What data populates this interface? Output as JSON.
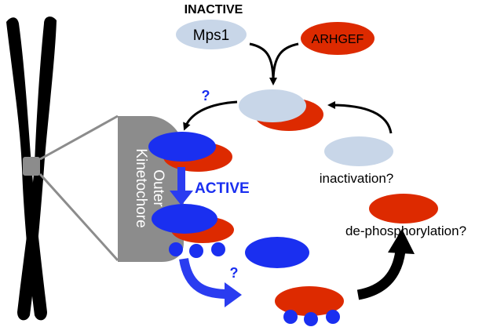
{
  "labels": {
    "inactive": "INACTIVE",
    "mps1": "Mps1",
    "arhgef": "ARHGEF",
    "question_top": "?",
    "outer_kinetochore_line1": "Outer",
    "outer_kinetochore_line2": "Kinetochore",
    "active": "ACTIVE",
    "inactivation": "inactivation?",
    "dephosphorylation": "de-phosphorylation?",
    "question_bottom": "?"
  },
  "colors": {
    "mps1_inactive": "#c8d6e8",
    "arhgef": "#dd2a00",
    "mps1_active": "#1a2ff0",
    "kinetochore": "#8c8c8c",
    "chromosome": "#000000",
    "arrow_black": "#000000",
    "arrow_blue": "#2a3cf0",
    "label_blue": "#1a2ff0"
  }
}
